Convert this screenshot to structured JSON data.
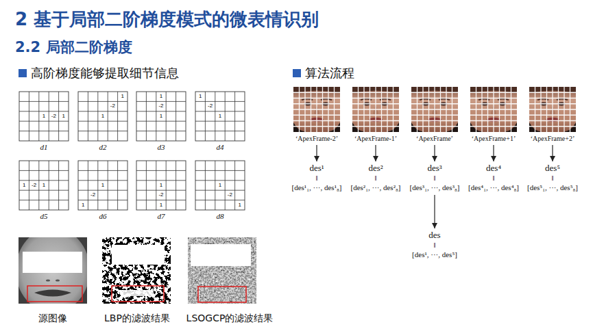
{
  "diagram": {
    "title": "2 基于局部二阶梯度模式的微表情识别",
    "nodes": [
      {
        "text": [
          "‘ApexFrame-2’"
        ]
      },
      {
        "text": [
          "‘ApexFrame-1’"
        ]
      },
      {
        "text": [
          "‘ApexFrame’"
        ]
      },
      {
        "text": [
          "‘ApexFrame+1’"
        ]
      },
      {
        "text": [
          "‘ApexFrame+2’"
        ]
      },
      {
        "text": [
          "des¹",
          "‖",
          "[des¹₁, ···, des¹₈]"
        ]
      },
      {
        "text": [
          "des²",
          "‖",
          "[des²₁, ···, des²₈]"
        ]
      },
      {
        "text": [
          "des³",
          "‖",
          "[des³₁, ···, des³₈]"
        ]
      },
      {
        "text": [
          "des⁴",
          "‖",
          "[des⁴₁, ···, des⁴₈]"
        ]
      },
      {
        "text": [
          "des⁵",
          "‖",
          "[des⁵₁, ···, des⁵₈]"
        ]
      },
      {
        "text": [
          "des",
          "‖",
          "[des¹, ···, des⁵]"
        ]
      }
    ],
    "edges": [
      {
        "from": 0,
        "to": 5,
        "arrow": "to"
      },
      {
        "from": 1,
        "to": 6,
        "arrow": "to"
      },
      {
        "from": 2,
        "to": 7,
        "arrow": "to"
      },
      {
        "from": 3,
        "to": 8,
        "arrow": "to"
      },
      {
        "from": 4,
        "to": 9,
        "arrow": "to"
      },
      {
        "from": 7,
        "to": 10,
        "arrow": "to"
      }
    ],
    "labels": [
      "2.2 局部二阶梯度",
      "高阶梯度能够提取细节信息",
      "算法流程",
      "1",
      "-2",
      "1",
      "d1",
      "1",
      "-2",
      "1",
      "d2",
      "1",
      "-2",
      "1",
      "d3",
      "1",
      "-2",
      "1",
      "d4",
      "1",
      "-2",
      "1",
      "d5",
      "1",
      "-2",
      "1",
      "d6",
      "1",
      "-2",
      "1",
      "d7",
      "1",
      "-2",
      "1",
      "d8",
      "源图像",
      "LBP的滤波结果",
      "LSOGCP的滤波结果"
    ]
  }
}
